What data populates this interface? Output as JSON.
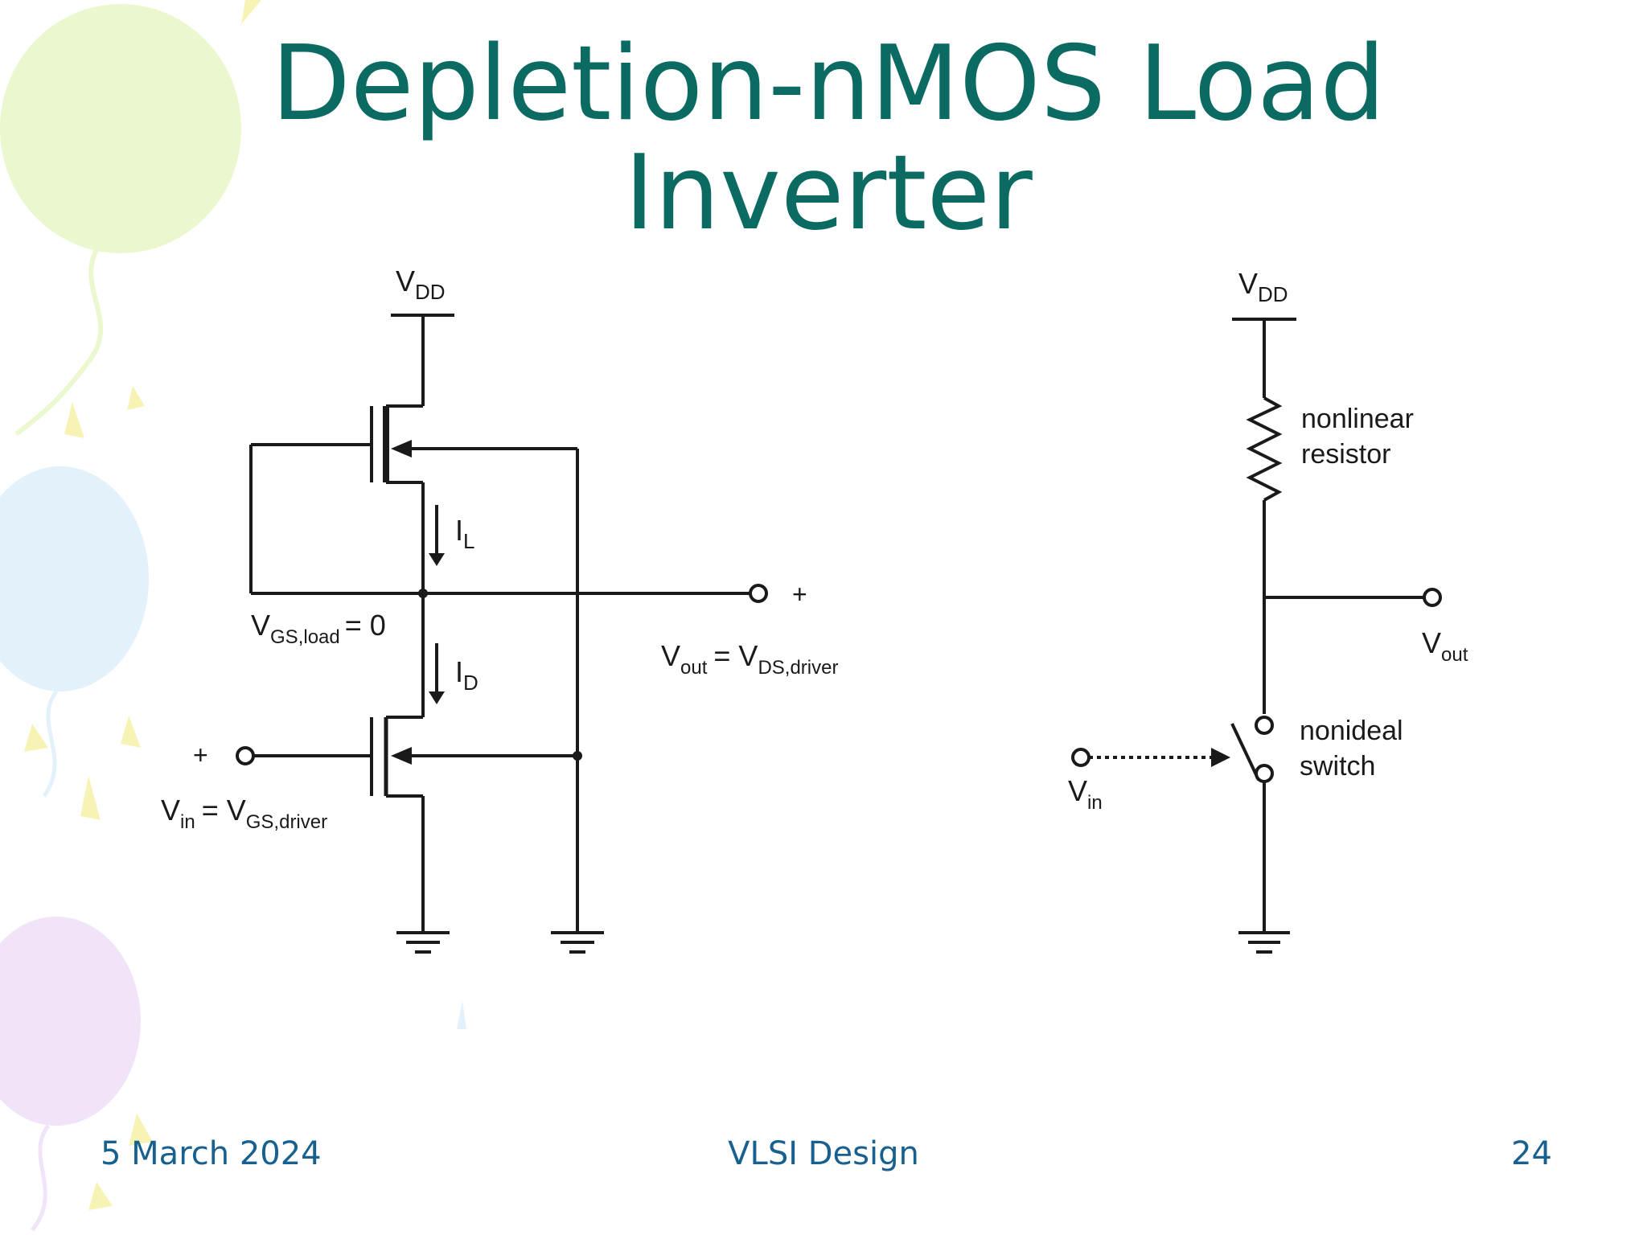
{
  "slide": {
    "title_line1": "Depletion-nMOS Load",
    "title_line2": "Inverter"
  },
  "circuit_left": {
    "vdd": "V",
    "vdd_sub": "DD",
    "il": "I",
    "il_sub": "L",
    "id": "I",
    "id_sub": "D",
    "vgs_load": "V",
    "vgs_load_sub": "GS,load",
    "vgs_load_eq": "= 0",
    "vout": "V",
    "vout_sub": "out",
    "vout_eq": "= V",
    "vout_eq_sub": "DS,driver",
    "vin": "V",
    "vin_sub": "in",
    "vin_eq": "= V",
    "vin_eq_sub": "GS,driver",
    "plus_out": "+",
    "plus_in": "+"
  },
  "circuit_right": {
    "vdd": "V",
    "vdd_sub": "DD",
    "resistor_line1": "nonlinear",
    "resistor_line2": "resistor",
    "vout": "V",
    "vout_sub": "out",
    "switch_line1": "nonideal",
    "switch_line2": "switch",
    "vin": "V",
    "vin_sub": "in"
  },
  "footer": {
    "date": "5 March 2024",
    "center": "VLSI Design",
    "page": "24"
  },
  "colors": {
    "title": "#0b6b63",
    "footer": "#17608f",
    "balloon_green": "#eaf7cf",
    "balloon_blue": "#e3f1fb",
    "balloon_purple": "#f1e4f8",
    "confetti_yellow": "#f7f3b5"
  }
}
